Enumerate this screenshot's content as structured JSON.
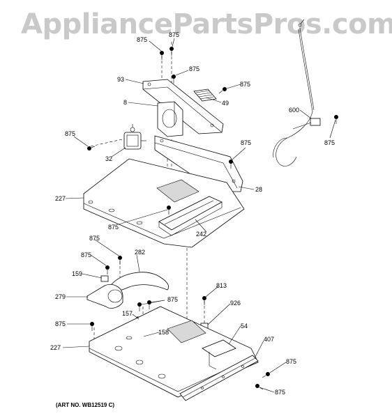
{
  "watermark": "AppliancePartsPros.com",
  "art_number": "(ART NO. WB12519 C)",
  "callouts": {
    "screw_875": "875",
    "bracket_93": "93",
    "part_8": "8",
    "vent_49": "49",
    "part_32": "32",
    "cord_600": "600",
    "panel_28": "28",
    "base_227_upper": "227",
    "part_242": "242",
    "duct_282": "282",
    "part_159": "159",
    "part_279": "279",
    "part_157": "157",
    "part_158": "158",
    "screw_813": "813",
    "part_926": "926",
    "bracket_54": "54",
    "bracket_407": "407",
    "base_227_lower": "227"
  }
}
